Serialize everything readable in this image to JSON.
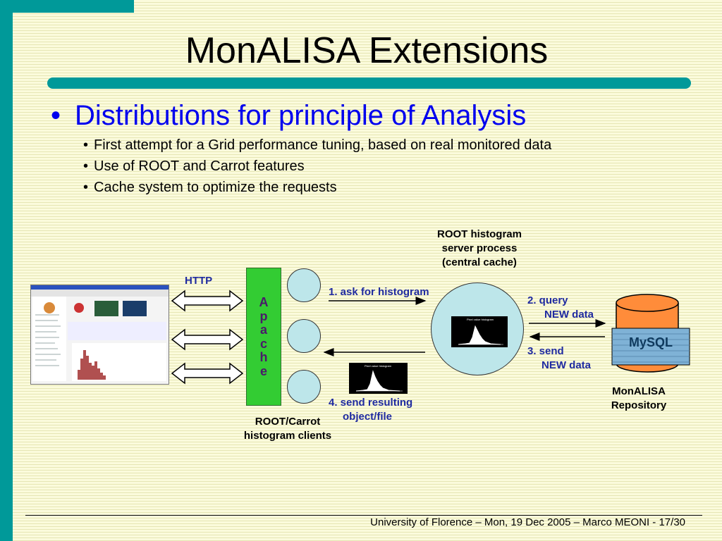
{
  "slide": {
    "title": "MonALISA Extensions",
    "bullet": "Distributions for principle of Analysis",
    "subbullets": [
      "First attempt for a Grid performance tuning, based on real monitored data",
      "Use of ROOT and Carrot features",
      "Cache system to optimize the requests"
    ],
    "footer": "University of Florence – Mon, 19 Dec 2005 – Marco MEONI - 17/30"
  },
  "diagram": {
    "http_label": "HTTP",
    "apache_label": "Apache",
    "clients_label": [
      "ROOT/Carrot",
      "histogram clients"
    ],
    "server_label": [
      "ROOT histogram",
      "server process",
      "(central cache)"
    ],
    "step1": "1. ask for histogram",
    "step2": [
      "2. query",
      "NEW data"
    ],
    "step3": [
      "3. send",
      "NEW data"
    ],
    "step4": [
      "4. send resulting",
      "object/file"
    ],
    "db_label": "MySQL",
    "repo_label": [
      "MonALISA",
      "Repository"
    ],
    "histogram_title": "Pixel value histogram",
    "colors": {
      "accent": "#009999",
      "apache": "#33cc33",
      "bullet": "#0000ee",
      "step": "#1f2aa0",
      "db": "#ff8c3a",
      "node": "#bde6ea"
    }
  }
}
